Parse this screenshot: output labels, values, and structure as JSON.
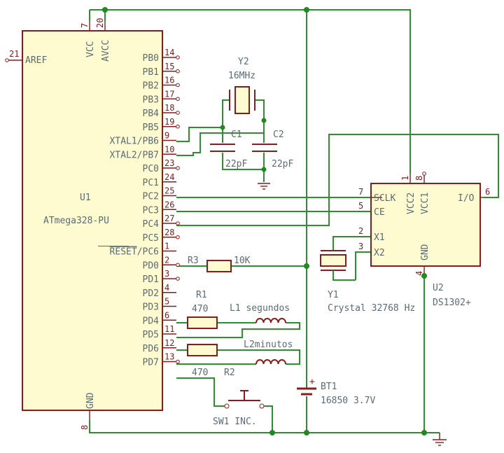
{
  "u1": {
    "ref": "U1",
    "value": "ATmega328-PU",
    "left_pins": [
      {
        "num": "21",
        "name": "AREF"
      }
    ],
    "top_pins": [
      {
        "num": "7",
        "name": "VCC"
      },
      {
        "num": "20",
        "name": "AVCC"
      }
    ],
    "bottom_pins": [
      {
        "num": "8",
        "name": "GND"
      }
    ],
    "right_pins": [
      {
        "num": "14",
        "name": "PB0"
      },
      {
        "num": "15",
        "name": "PB1"
      },
      {
        "num": "16",
        "name": "PB2"
      },
      {
        "num": "17",
        "name": "PB3"
      },
      {
        "num": "18",
        "name": "PB4"
      },
      {
        "num": "19",
        "name": "PB5"
      },
      {
        "num": "9",
        "name": "XTAL1/PB6"
      },
      {
        "num": "10",
        "name": "XTAL2/PB7"
      },
      {
        "num": "23",
        "name": "PC0"
      },
      {
        "num": "24",
        "name": "PC1"
      },
      {
        "num": "25",
        "name": "PC2"
      },
      {
        "num": "26",
        "name": "PC3"
      },
      {
        "num": "27",
        "name": "PC4"
      },
      {
        "num": "28",
        "name": "PC5"
      },
      {
        "num": "1",
        "name_over": "RESET",
        "name_rest": "/PC6"
      },
      {
        "num": "2",
        "name": "PD0"
      },
      {
        "num": "3",
        "name": "PD1"
      },
      {
        "num": "4",
        "name": "PD2"
      },
      {
        "num": "5",
        "name": "PD3"
      },
      {
        "num": "6",
        "name": "PD4"
      },
      {
        "num": "11",
        "name": "PD5"
      },
      {
        "num": "12",
        "name": "PD6"
      },
      {
        "num": "13",
        "name": "PD7"
      }
    ]
  },
  "u2": {
    "ref": "U2",
    "value": "DS1302+",
    "pins": [
      {
        "num": "7",
        "name": "SCLK"
      },
      {
        "num": "5",
        "name": "CE"
      },
      {
        "num": "2",
        "name": "X1"
      },
      {
        "num": "3",
        "name": "X2"
      },
      {
        "num": "6",
        "name": "I/O"
      },
      {
        "num": "1",
        "name": "VCC2"
      },
      {
        "num": "8",
        "name": "VCC1"
      },
      {
        "num": "4",
        "name": "GND"
      }
    ]
  },
  "y2": {
    "ref": "Y2",
    "value": "16MHz"
  },
  "c1": {
    "ref": "C1",
    "value": "22pF"
  },
  "c2": {
    "ref": "C2",
    "value": "22pF"
  },
  "r3": {
    "ref": "R3",
    "value": "10K"
  },
  "r1": {
    "ref": "R1",
    "value": "470"
  },
  "r2": {
    "ref": "R2",
    "value": "470"
  },
  "l1": {
    "label": "L1 segundos"
  },
  "l2": {
    "label": "L2minutos"
  },
  "y1": {
    "ref": "Y1",
    "value": "Crystal 32768 Hz"
  },
  "bt1": {
    "ref": "BT1",
    "value": "16850 3.7V",
    "plus": "+"
  },
  "sw1": {
    "label": "SW1 INC."
  },
  "colors": {
    "wire": "#2f8f2f",
    "component": "#8a1c1c",
    "body_fill": "#fffbd0",
    "text": "#5a6b78",
    "junction": "#1f8a1f"
  }
}
